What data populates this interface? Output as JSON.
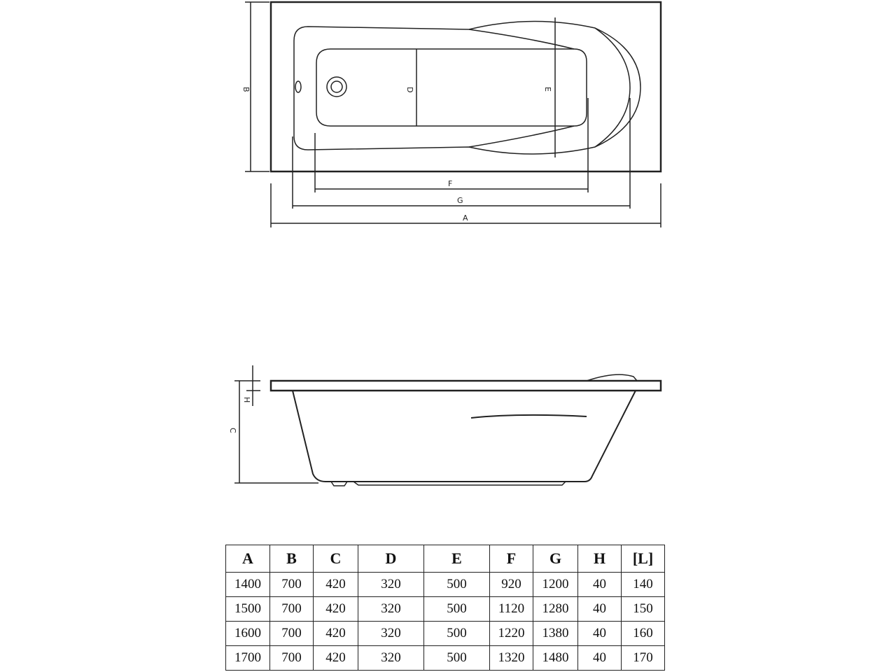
{
  "top_view": {
    "labels": {
      "A": "A",
      "B": "B",
      "D": "D",
      "E": "E",
      "F": "F",
      "G": "G"
    }
  },
  "side_view": {
    "labels": {
      "C": "C",
      "H": "H"
    }
  },
  "table": {
    "headers": [
      "A",
      "B",
      "C",
      "D",
      "E",
      "F",
      "G",
      "H",
      "[L]"
    ],
    "rows": [
      [
        "1400",
        "700",
        "420",
        "320",
        "500",
        "920",
        "1200",
        "40",
        "140"
      ],
      [
        "1500",
        "700",
        "420",
        "320",
        "500",
        "1120",
        "1280",
        "40",
        "150"
      ],
      [
        "1600",
        "700",
        "420",
        "320",
        "500",
        "1220",
        "1380",
        "40",
        "160"
      ],
      [
        "1700",
        "700",
        "420",
        "320",
        "500",
        "1320",
        "1480",
        "40",
        "170"
      ]
    ]
  }
}
